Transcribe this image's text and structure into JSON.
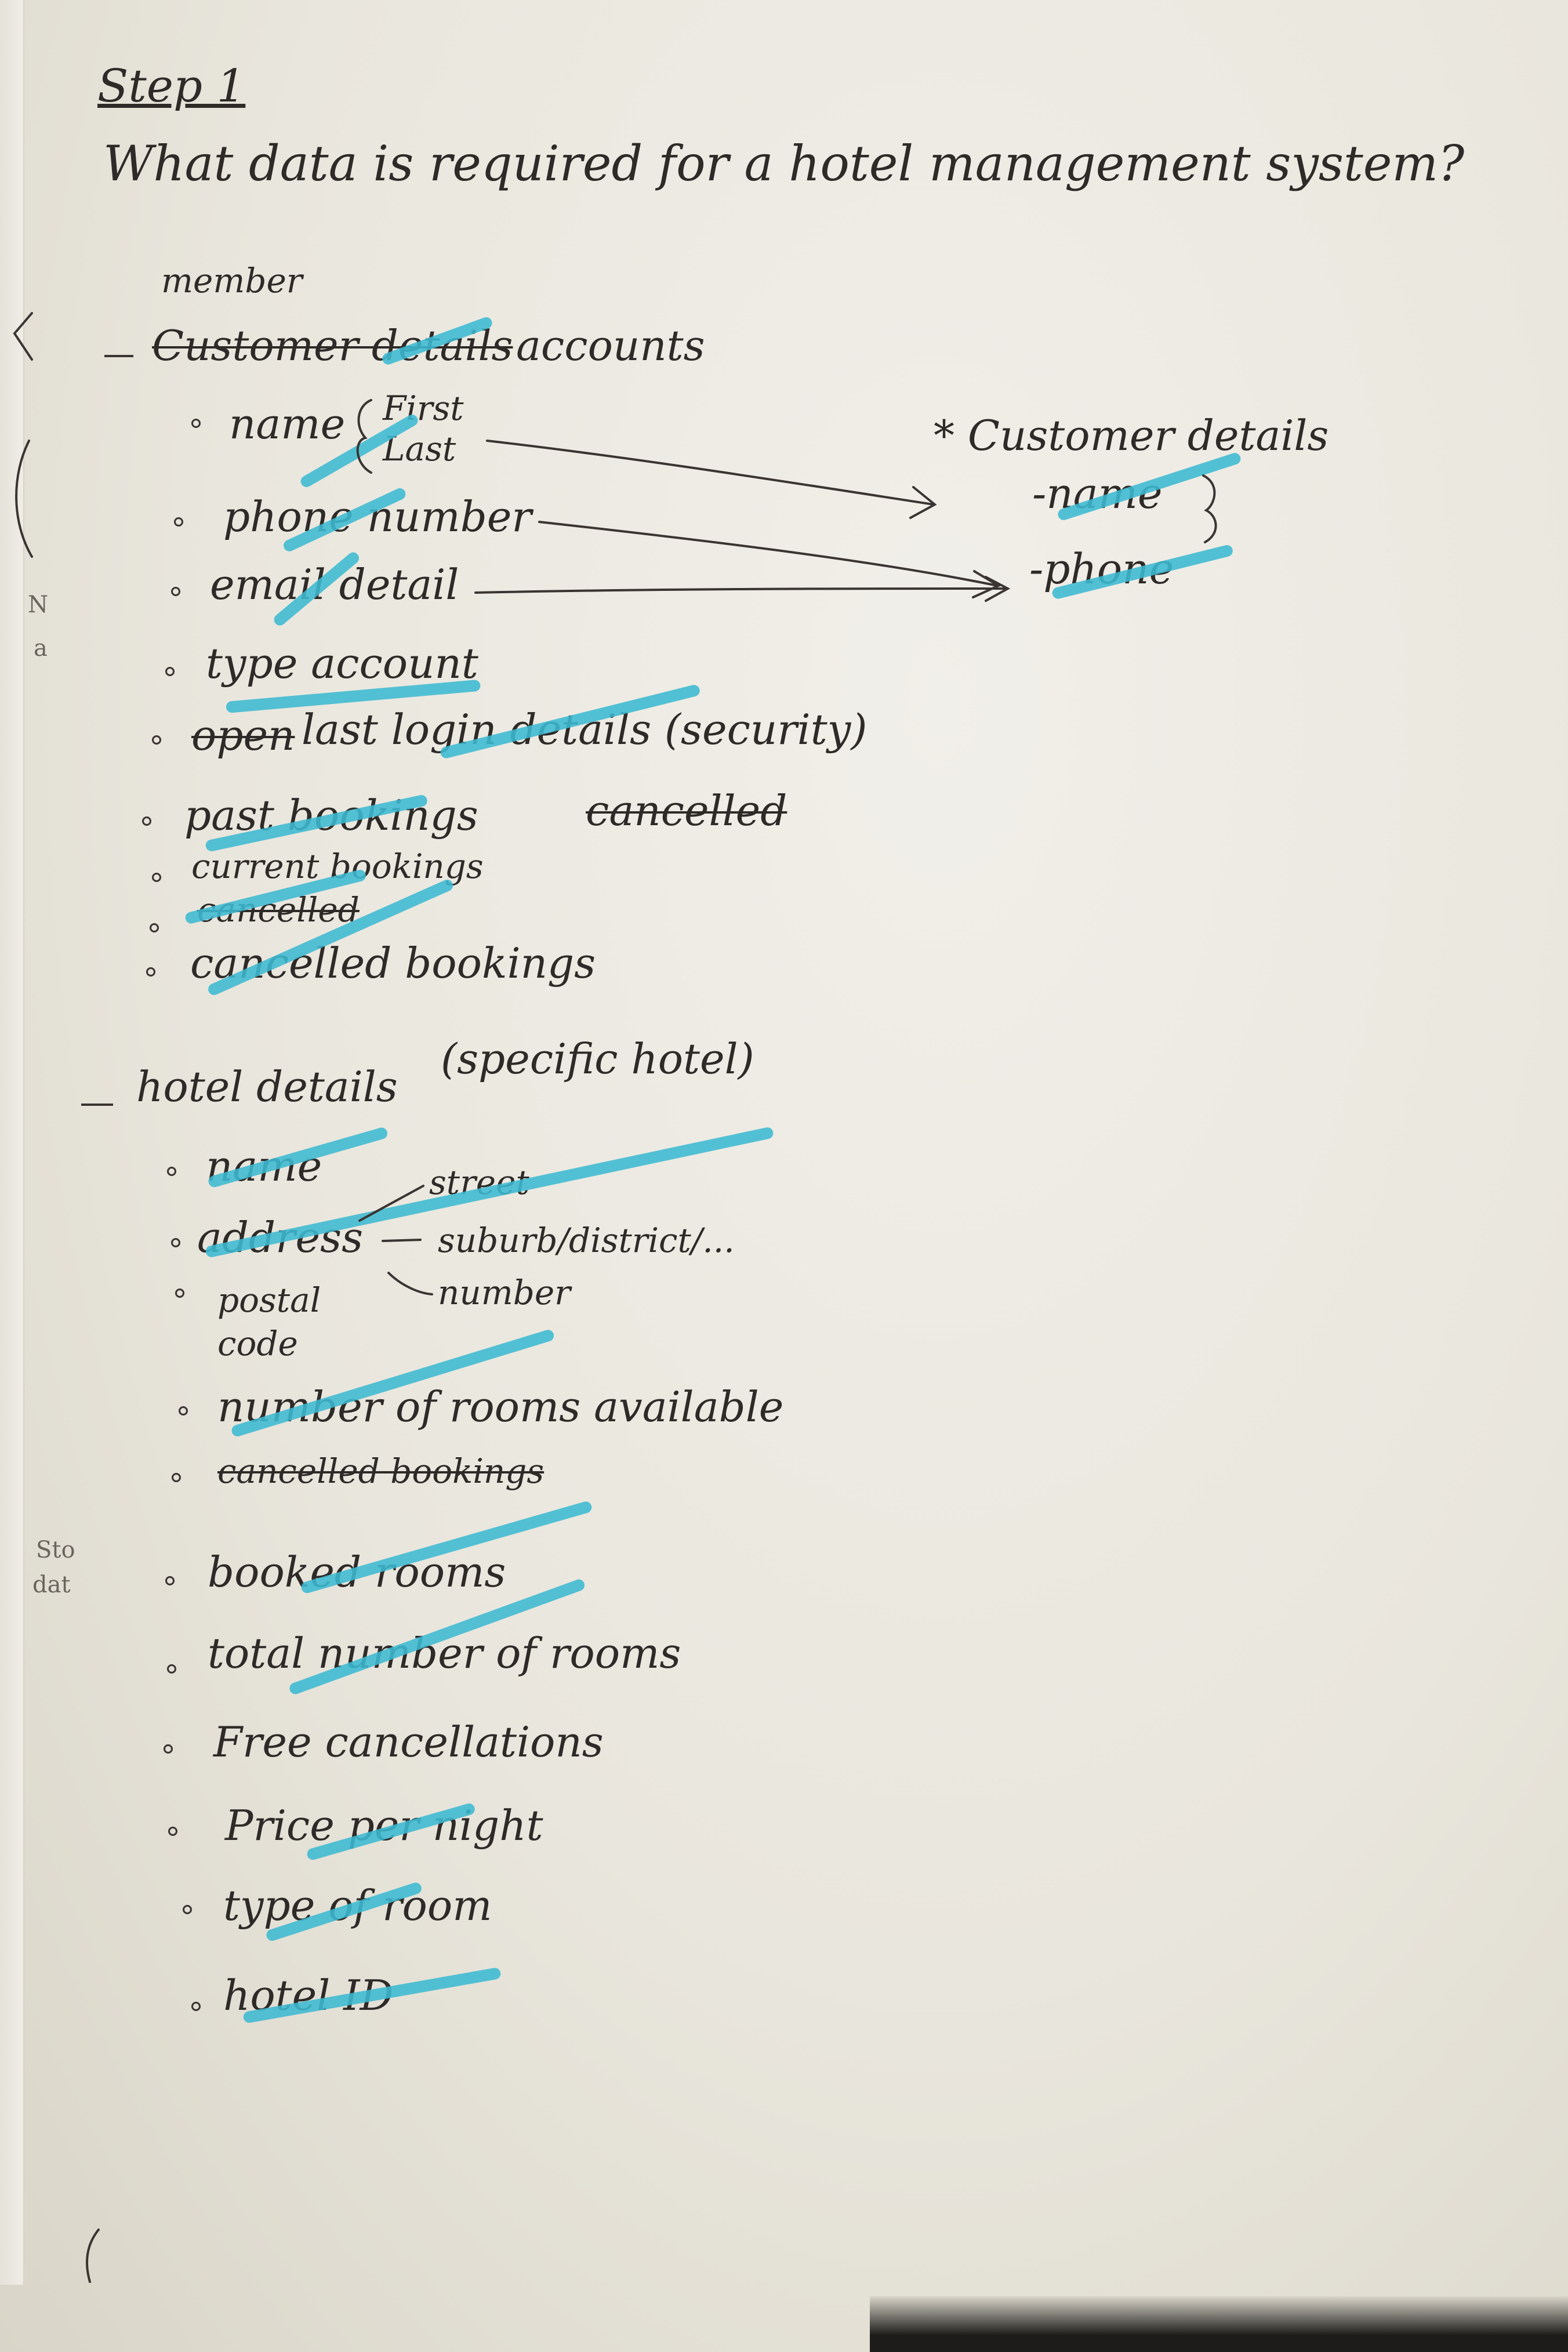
{
  "heading": {
    "step": "Step 1",
    "question": "What data is required for a hotel management system?"
  },
  "member_section": {
    "member_note": "member",
    "title_struck": "Customer details",
    "title": "accounts",
    "items": [
      {
        "text": "name",
        "sub": [
          "First",
          "Last"
        ]
      },
      {
        "text": "phone number"
      },
      {
        "text": "email detail"
      },
      {
        "text": "type account"
      },
      {
        "struck": "open",
        "text": "last login details (security)"
      },
      {
        "text": "past bookings",
        "struck_after": "cancelled"
      },
      {
        "text": "current bookings"
      },
      {
        "struck": "cancelled"
      },
      {
        "text": "cancelled bookings"
      }
    ]
  },
  "customer_details": {
    "title": "* Customer details",
    "items": [
      "-name",
      "-phone"
    ]
  },
  "hotel_section": {
    "title": "hotel details",
    "title_note": "(specific hotel)",
    "items": [
      {
        "text": "name"
      },
      {
        "text": "address",
        "sub": [
          "street",
          "suburb/district/...",
          "number"
        ]
      },
      {
        "text": "postal code"
      },
      {
        "text": "number of rooms available"
      },
      {
        "struck": "cancelled bookings"
      },
      {
        "text": "booked rooms"
      },
      {
        "text": "total number of rooms"
      },
      {
        "text": "Free cancellations"
      },
      {
        "text": "Price per night"
      },
      {
        "text": "type of room"
      },
      {
        "text": "hotel ID"
      }
    ]
  },
  "margin_notes": [
    "N",
    "a",
    "Sto",
    "dat"
  ],
  "colors": {
    "ink": "#2e2a28",
    "highlighter": "#3cbad1",
    "paper": "#efede6"
  }
}
